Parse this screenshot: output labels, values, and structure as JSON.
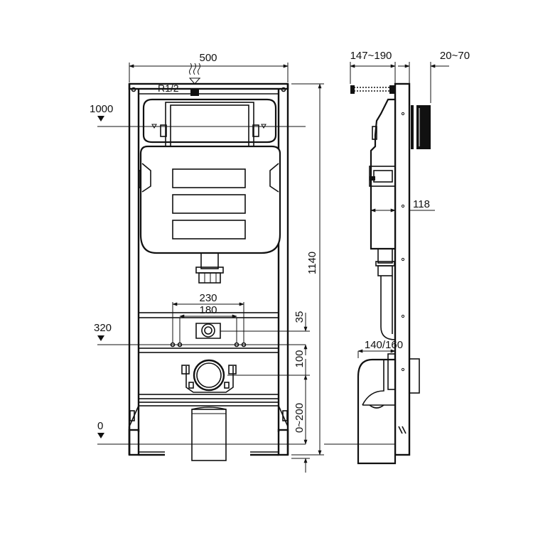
{
  "drawing": {
    "front_view": {
      "width": "500",
      "height": "1140",
      "inlet_label": "R1/2",
      "level_1000": "1000",
      "level_320": "320",
      "level_0": "0",
      "spacing_230": "230",
      "spacing_180": "180",
      "offset_35": "35",
      "offset_100": "100",
      "floor_adjust": "0~200"
    },
    "side_view": {
      "depth_147_190": "147~190",
      "wall_20_70": "20~70",
      "depth_118": "118",
      "drain_140_160": "140/160"
    }
  }
}
